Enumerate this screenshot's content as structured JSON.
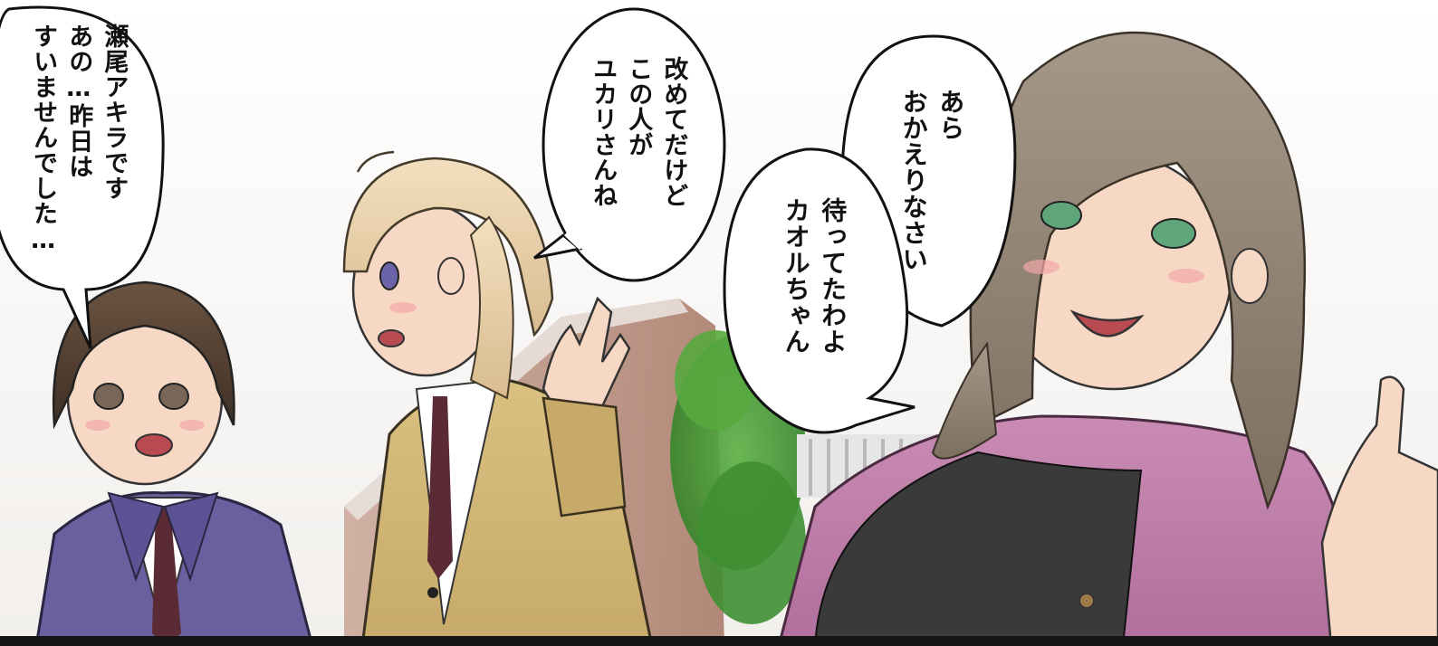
{
  "panel": {
    "bubbles": [
      {
        "speaker": "left-student",
        "lines": [
          "瀬尾アキラです",
          "あの…昨日は",
          "すいませんでした…"
        ]
      },
      {
        "speaker": "blonde-student",
        "lines": [
          "改めてだけど",
          "この人が",
          "ユカリさんね"
        ]
      },
      {
        "speaker": "woman",
        "lines": [
          "あら",
          "おかえりなさい"
        ]
      },
      {
        "speaker": "woman",
        "lines": [
          "待ってたわよ",
          "カオルちゃん"
        ]
      }
    ]
  }
}
